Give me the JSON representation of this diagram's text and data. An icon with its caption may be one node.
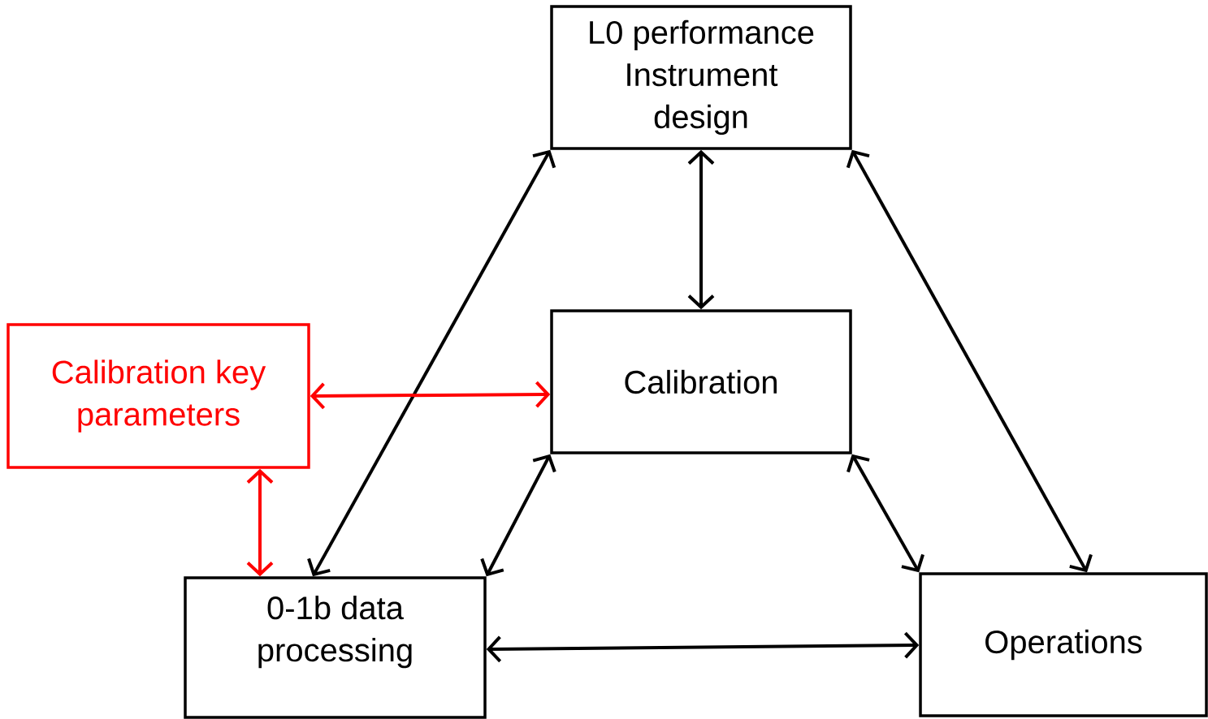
{
  "diagram": {
    "nodes": [
      {
        "text": [
          "L0 performance Instrument design"
        ]
      },
      {
        "text": [
          "Calibration key parameters"
        ]
      },
      {
        "text": [
          "Calibration"
        ]
      },
      {
        "text": [
          "0-1b data processing"
        ]
      },
      {
        "text": [
          "Operations"
        ]
      }
    ],
    "edges": [
      {
        "from": 0,
        "to": 2,
        "arrow": "both"
      },
      {
        "from": 0,
        "to": 3,
        "arrow": "both"
      },
      {
        "from": 0,
        "to": 4,
        "arrow": "both"
      },
      {
        "from": 1,
        "to": 2,
        "arrow": "both",
        "color": "#ff0000"
      },
      {
        "from": 1,
        "to": 3,
        "arrow": "both",
        "color": "#ff0000"
      },
      {
        "from": 2,
        "to": 3,
        "arrow": "both"
      },
      {
        "from": 2,
        "to": 4,
        "arrow": "both"
      },
      {
        "from": 3,
        "to": 4,
        "arrow": "both"
      }
    ]
  }
}
